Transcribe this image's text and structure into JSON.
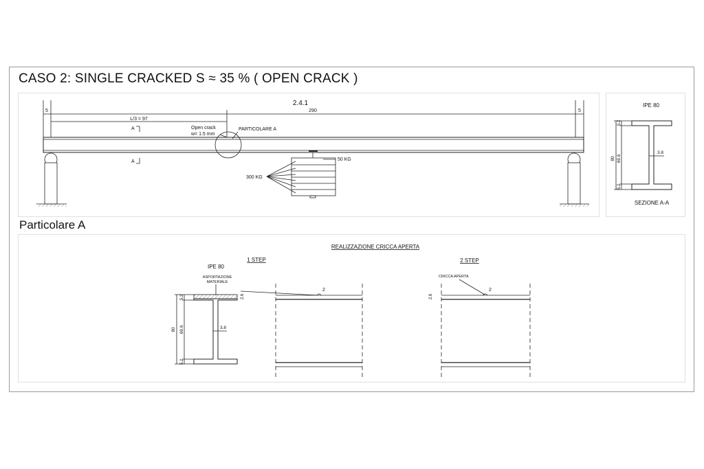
{
  "header": {
    "title": "CASO 2: SINGLE CRACKED S ≈ 35 % ( OPEN CRACK )",
    "detail_title": "Particolare A"
  },
  "beam": {
    "label_top": "2.4.1",
    "dim_left_gap": "5",
    "dim_right_gap": "5",
    "dim_span": "290",
    "dim_third": "L/3 = 97",
    "section_mark_top": "A",
    "section_mark_bottom": "A",
    "crack_label_line1": "Open crack",
    "crack_label_line2": "w= 1.5 mm",
    "detail_callout": "PARTICOLARE A",
    "load_small": "50 KG",
    "load_total": "300 KG"
  },
  "section": {
    "profile": "IPE 80",
    "height": "80",
    "web_height": "69.6",
    "flange_top": "5.2",
    "flange_bottom": "5.2",
    "web_thickness": "3.8",
    "caption": "SEZIONE A-A"
  },
  "detail": {
    "heading": "REALIZZAZIONE CRICCA APERTA",
    "profile": "IPE 80",
    "step1": "1 STEP",
    "step2": "2 STEP",
    "removal_line1": "ASPORTAZIONE",
    "removal_line2": "MATERIALE",
    "crack_open": "CRICCA APERTA",
    "height": "80",
    "web_height": "69.6",
    "flange_top": "5.2",
    "flange_bottom": "5.2",
    "web_thickness": "3.8",
    "notch_depth_1": "2.6",
    "notch_depth_2": "2.6",
    "notch_width_1": "2",
    "notch_width_2": "2"
  }
}
